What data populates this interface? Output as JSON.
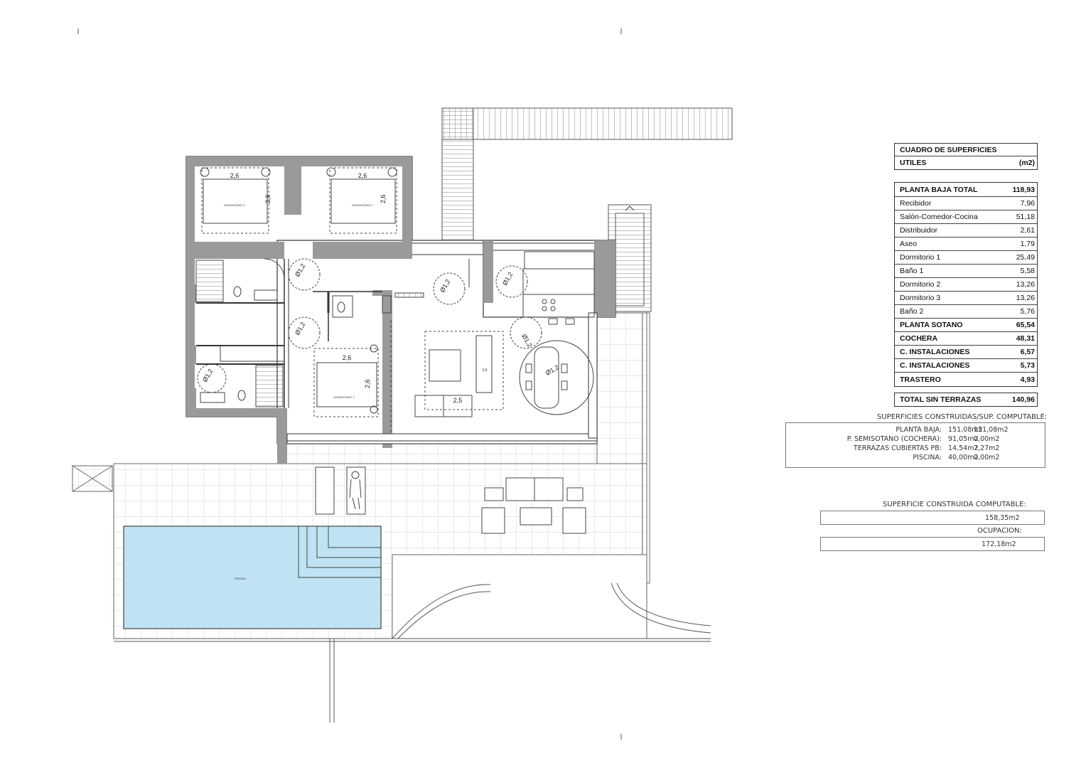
{
  "plan": {
    "dim_labels": {
      "dorm3_width": "2,6",
      "dorm3_height": "2,6",
      "dorm2_width": "2,6",
      "dorm2_height": "2,6",
      "dorm1_width": "2,6",
      "dorm1_height": "2,6",
      "sofa_width": "2,5",
      "sofa_small": "2,0",
      "turn_diameter": "Ø1,2",
      "table_diameter": "Ø1,2"
    }
  },
  "cuadro": {
    "title": "CUADRO DE SUPERFICIES",
    "sub_label": "UTILES",
    "sub_unit": "(m2)",
    "rows": [
      {
        "label": "PLANTA BAJA TOTAL",
        "value": "118,93",
        "bold": true
      },
      {
        "label": "Recibidor",
        "value": "7,96",
        "bold": false
      },
      {
        "label": "Salón-Comedor-Cocina",
        "value": "51,18",
        "bold": false
      },
      {
        "label": "Distribuidor",
        "value": "2,61",
        "bold": false
      },
      {
        "label": "Aseo",
        "value": "1,79",
        "bold": false
      },
      {
        "label": "Dormitorio 1",
        "value": "25,49",
        "bold": false
      },
      {
        "label": "Baño 1",
        "value": "5,58",
        "bold": false
      },
      {
        "label": "Dormitorio 2",
        "value": "13,26",
        "bold": false
      },
      {
        "label": "Dormitorio 3",
        "value": "13,26",
        "bold": false
      },
      {
        "label": "Baño 2",
        "value": "5,76",
        "bold": false
      },
      {
        "label": "PLANTA SOTANO",
        "value": "65,54",
        "bold": true
      },
      {
        "label": "COCHERA",
        "value": "48,31",
        "bold": true
      },
      {
        "label": "C. INSTALACIONES",
        "value": "6,57",
        "bold": true
      },
      {
        "label": "C. INSTALACIONES",
        "value": "5,73",
        "bold": true
      },
      {
        "label": "TRASTERO",
        "value": "4,93",
        "bold": true
      }
    ],
    "total_label": "TOTAL SIN TERRAZAS",
    "total_value": "140,96"
  },
  "construidas": {
    "heading": "SUPERFICIES CONSTRUIDAS/SUP. COMPUTABLE:",
    "rows": [
      {
        "label": "PLANTA BAJA:",
        "built": "151,08m2",
        "computable": "151,08m2"
      },
      {
        "label": "P. SEMISOTANO (COCHERA):",
        "built": "91,05m2",
        "computable": "0,00m2"
      },
      {
        "label": "TERRAZAS CUBIERTAS PB:",
        "built": "14,54m2",
        "computable": "7,27m2"
      },
      {
        "label": "PISCINA:",
        "built": "40,00m2",
        "computable": "0,00m2"
      }
    ]
  },
  "computable": {
    "heading": "SUPERFICIE CONSTRUIDA COMPUTABLE:",
    "value": "158,35m2"
  },
  "ocupacion": {
    "heading": "OCUPACION:",
    "value": "172,18m2"
  }
}
